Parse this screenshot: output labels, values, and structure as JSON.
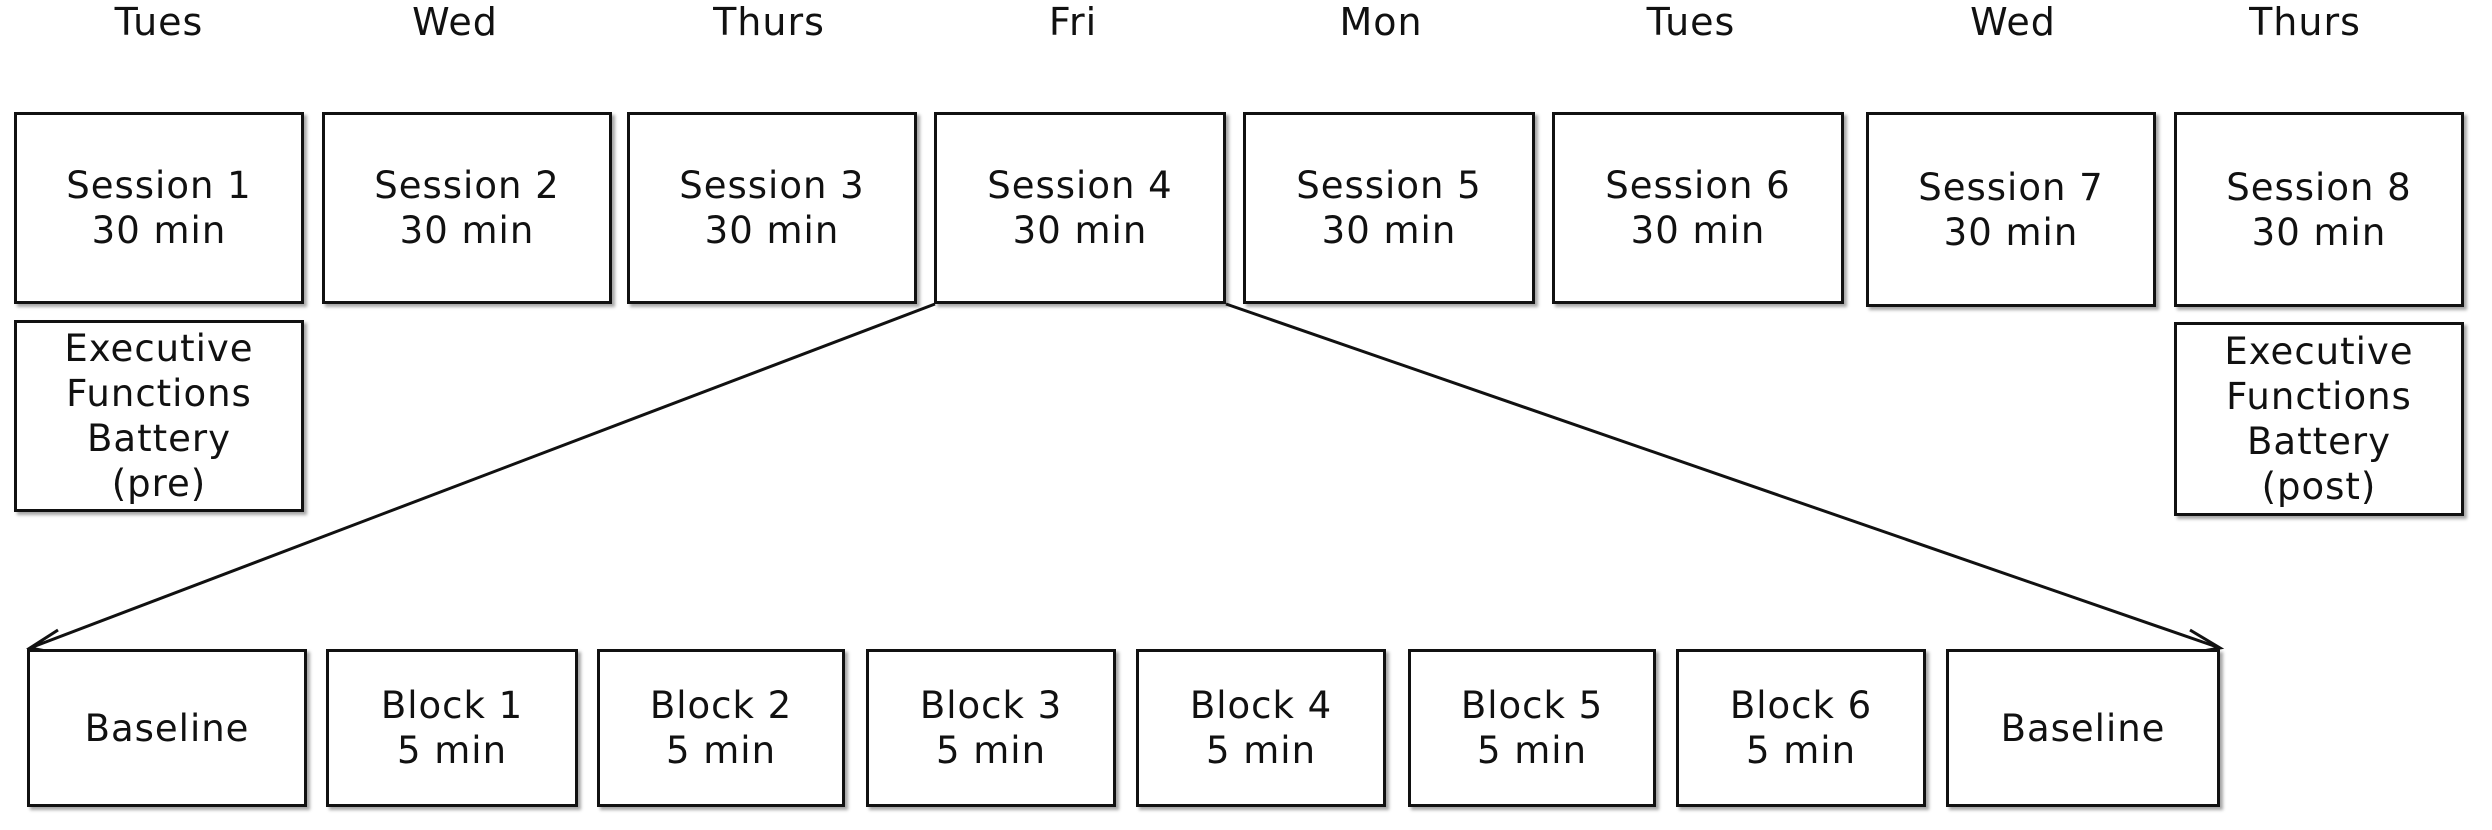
{
  "days": [
    "Tues",
    "Wed",
    "Thurs",
    "Fri",
    "Mon",
    "Tues",
    "Wed",
    "Thurs"
  ],
  "sessions": [
    {
      "label": "Session 1",
      "duration": "30 min"
    },
    {
      "label": "Session 2",
      "duration": "30 min"
    },
    {
      "label": "Session 3",
      "duration": "30 min"
    },
    {
      "label": "Session 4",
      "duration": "30 min"
    },
    {
      "label": "Session 5",
      "duration": "30 min"
    },
    {
      "label": "Session 6",
      "duration": "30 min"
    },
    {
      "label": "Session 7",
      "duration": "30 min"
    },
    {
      "label": "Session 8",
      "duration": "30 min"
    }
  ],
  "battery_pre": [
    "Executive",
    "Functions",
    "Battery",
    "(pre)"
  ],
  "battery_post": [
    "Executive",
    "Functions",
    "Battery",
    "(post)"
  ],
  "blocks": [
    {
      "label": "Baseline",
      "duration": ""
    },
    {
      "label": "Block 1",
      "duration": "5 min"
    },
    {
      "label": "Block 2",
      "duration": "5 min"
    },
    {
      "label": "Block 3",
      "duration": "5 min"
    },
    {
      "label": "Block 4",
      "duration": "5 min"
    },
    {
      "label": "Block 5",
      "duration": "5 min"
    },
    {
      "label": "Block 6",
      "duration": "5 min"
    },
    {
      "label": "Baseline",
      "duration": ""
    }
  ]
}
